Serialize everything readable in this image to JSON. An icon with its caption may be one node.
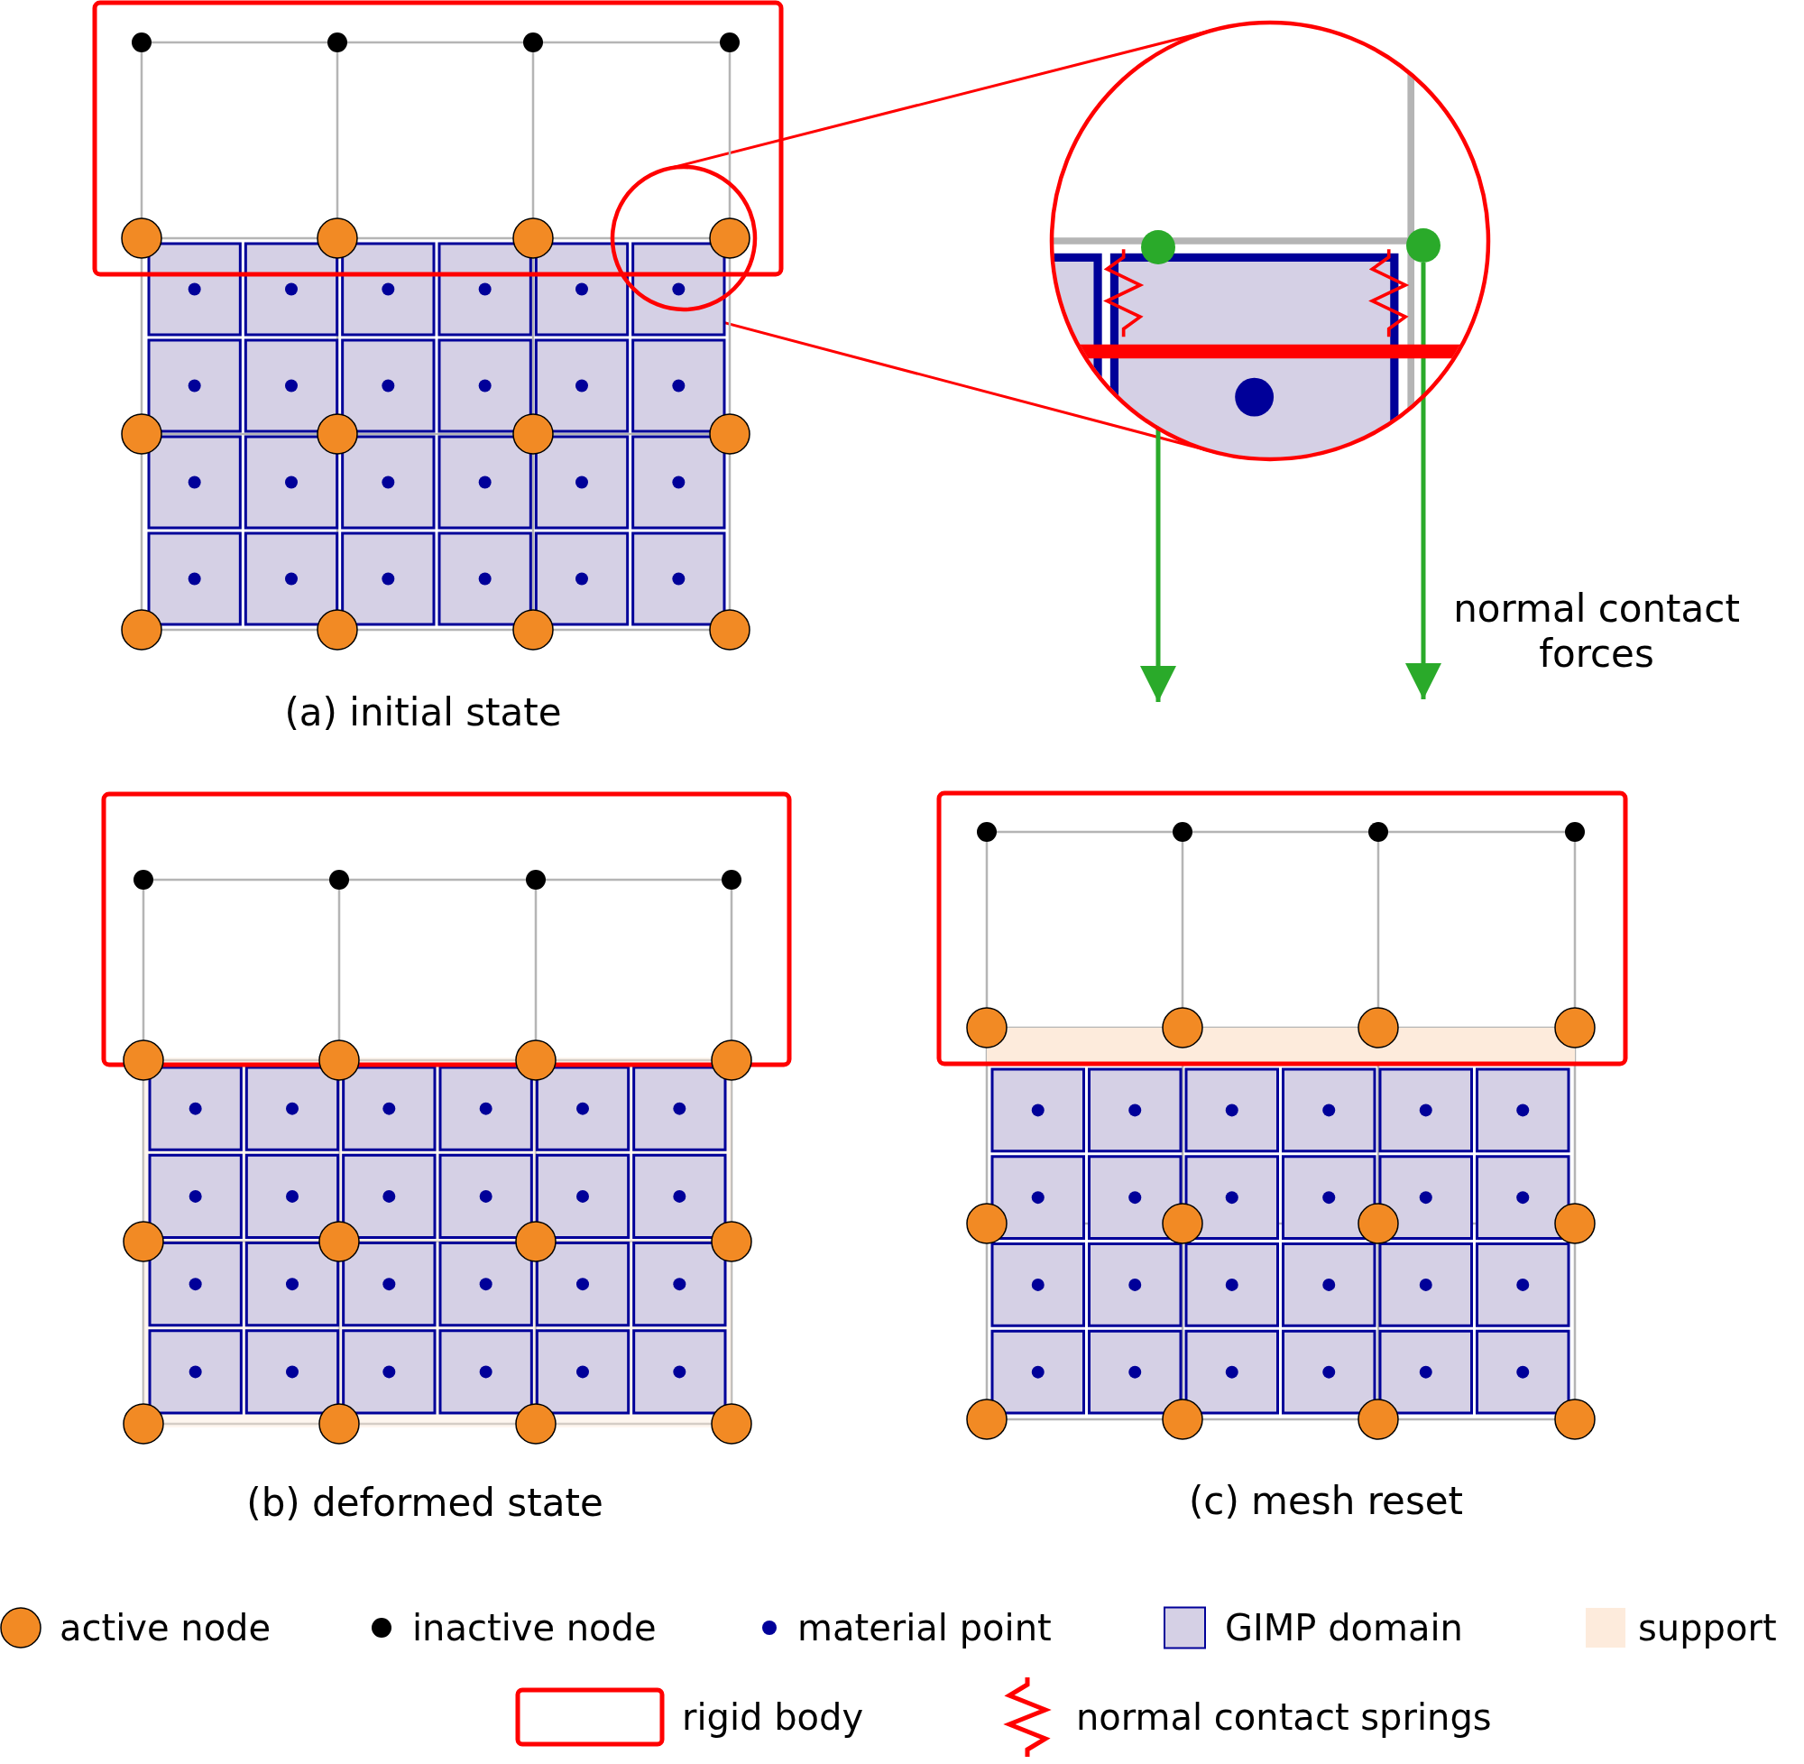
{
  "diagram": {
    "nodes": [
      {
        "text": [],
        "shape": "circle"
      },
      {
        "text": [],
        "shape": "circle"
      },
      {
        "text": [],
        "shape": "circle",
        "in": 1
      },
      {
        "text": [],
        "shape": "circle",
        "in": 1
      }
    ],
    "edges": [
      {
        "from": 0,
        "to": 1,
        "arrow": "none"
      },
      {
        "from": 0,
        "to": 1,
        "arrow": "none"
      },
      {
        "from": 2,
        "to": null,
        "arrow": "to",
        "color": "#2aaa2a"
      },
      {
        "from": 3,
        "to": null,
        "arrow": "to",
        "color": "#2aaa2a"
      }
    ],
    "labels": [
      "(a) initial state",
      "normal contact forces",
      "(b) deformed state",
      "(c) mesh reset"
    ],
    "legend": [
      {
        "text": "active node",
        "color": "#f28a24"
      },
      {
        "text": "inactive node",
        "color": "#000000"
      },
      {
        "text": "material point",
        "color": "#000099"
      },
      {
        "text": "GIMP domain",
        "color": "#d5d0e5"
      },
      {
        "text": "support",
        "color": "#fdebdc"
      },
      {
        "text": "rigid body"
      },
      {
        "text": "normal contact springs"
      }
    ]
  }
}
